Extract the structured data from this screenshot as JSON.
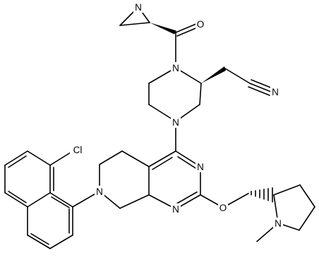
{
  "atoms": [
    {
      "id": "n_aziridine",
      "label": "N"
    },
    {
      "id": "o_carbonyl",
      "label": "O"
    },
    {
      "id": "n_pip_top",
      "label": "N"
    },
    {
      "id": "n_nitrile",
      "label": "N"
    },
    {
      "id": "n_pip_bottom",
      "label": "N"
    },
    {
      "id": "cl",
      "label": "Cl"
    },
    {
      "id": "n_pym_right",
      "label": "N"
    },
    {
      "id": "n_ring_bicyclic",
      "label": "N"
    },
    {
      "id": "n_pym_bottom",
      "label": "N"
    },
    {
      "id": "o_ether",
      "label": "O"
    },
    {
      "id": "n_pyrrolidine",
      "label": "N"
    }
  ]
}
